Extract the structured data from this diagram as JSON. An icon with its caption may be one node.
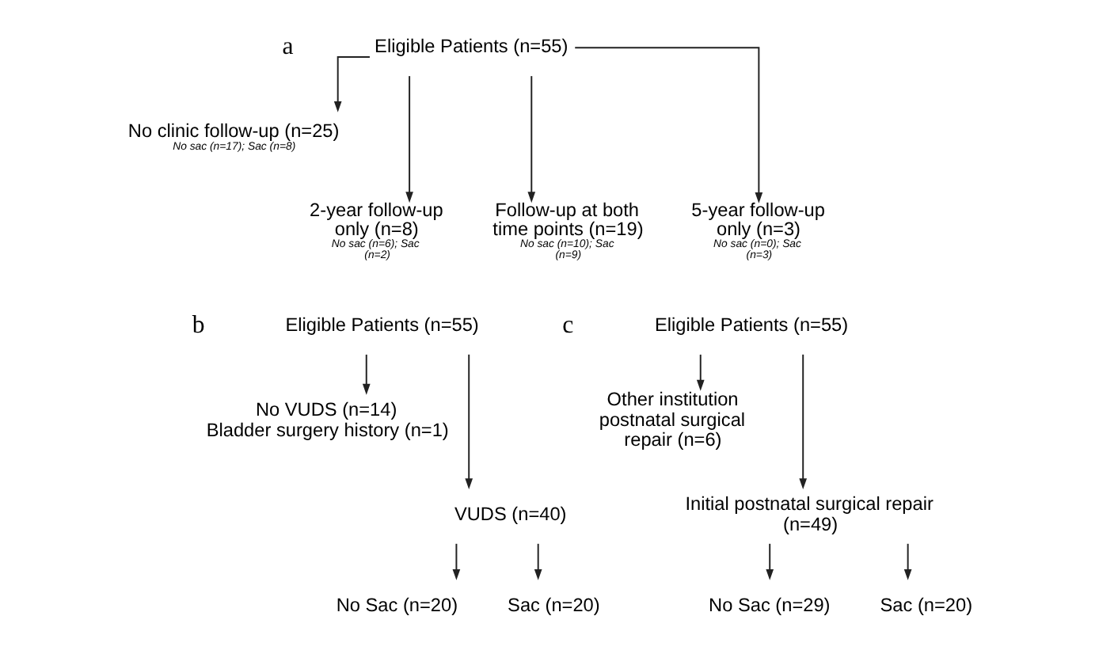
{
  "diagram": {
    "nodes": [
      {
        "text": [
          "Eligible Patients (n=55)"
        ]
      },
      {
        "text": [
          "No clinic follow-up (n=25)",
          "No sac (n=17); Sac (n=8)"
        ]
      },
      {
        "text": [
          "2-year follow-up only (n=8)",
          "No sac (n=6); Sac (n=2)"
        ]
      },
      {
        "text": [
          "Follow-up at both time points (n=19)",
          "No sac (n=10); Sac (n=9)"
        ]
      },
      {
        "text": [
          "5-year follow-up only (n=3)",
          "No sac (n=0); Sac (n=3)"
        ]
      },
      {
        "text": [
          "Eligible Patients (n=55)"
        ]
      },
      {
        "text": [
          "No VUDS (n=14)",
          "Bladder surgery history (n=1)"
        ]
      },
      {
        "text": [
          "VUDS (n=40)"
        ]
      },
      {
        "text": [
          "No Sac (n=20)"
        ]
      },
      {
        "text": [
          "Sac (n=20)"
        ]
      },
      {
        "text": [
          "Eligible Patients (n=55)"
        ]
      },
      {
        "text": [
          "Other institution postnatal surgical repair (n=6)"
        ]
      },
      {
        "text": [
          "Initial postnatal surgical repair (n=49)"
        ]
      },
      {
        "text": [
          "No Sac (n=29)"
        ]
      },
      {
        "text": [
          "Sac (n=20)"
        ]
      }
    ],
    "edges": [
      {
        "from": 0,
        "to": 1,
        "arrow": "to"
      },
      {
        "from": 0,
        "to": 2,
        "arrow": "to"
      },
      {
        "from": 0,
        "to": 3,
        "arrow": "to"
      },
      {
        "from": 0,
        "to": 4,
        "arrow": "to"
      },
      {
        "from": 5,
        "to": 6,
        "arrow": "to"
      },
      {
        "from": 5,
        "to": 7,
        "arrow": "to"
      },
      {
        "from": 7,
        "to": 8,
        "arrow": "to"
      },
      {
        "from": 7,
        "to": 9,
        "arrow": "to"
      },
      {
        "from": 10,
        "to": 11,
        "arrow": "to"
      },
      {
        "from": 10,
        "to": 12,
        "arrow": "to"
      },
      {
        "from": 12,
        "to": 13,
        "arrow": "to"
      },
      {
        "from": 12,
        "to": 14,
        "arrow": "to"
      }
    ],
    "labels": [
      "a",
      "b",
      "c"
    ]
  }
}
